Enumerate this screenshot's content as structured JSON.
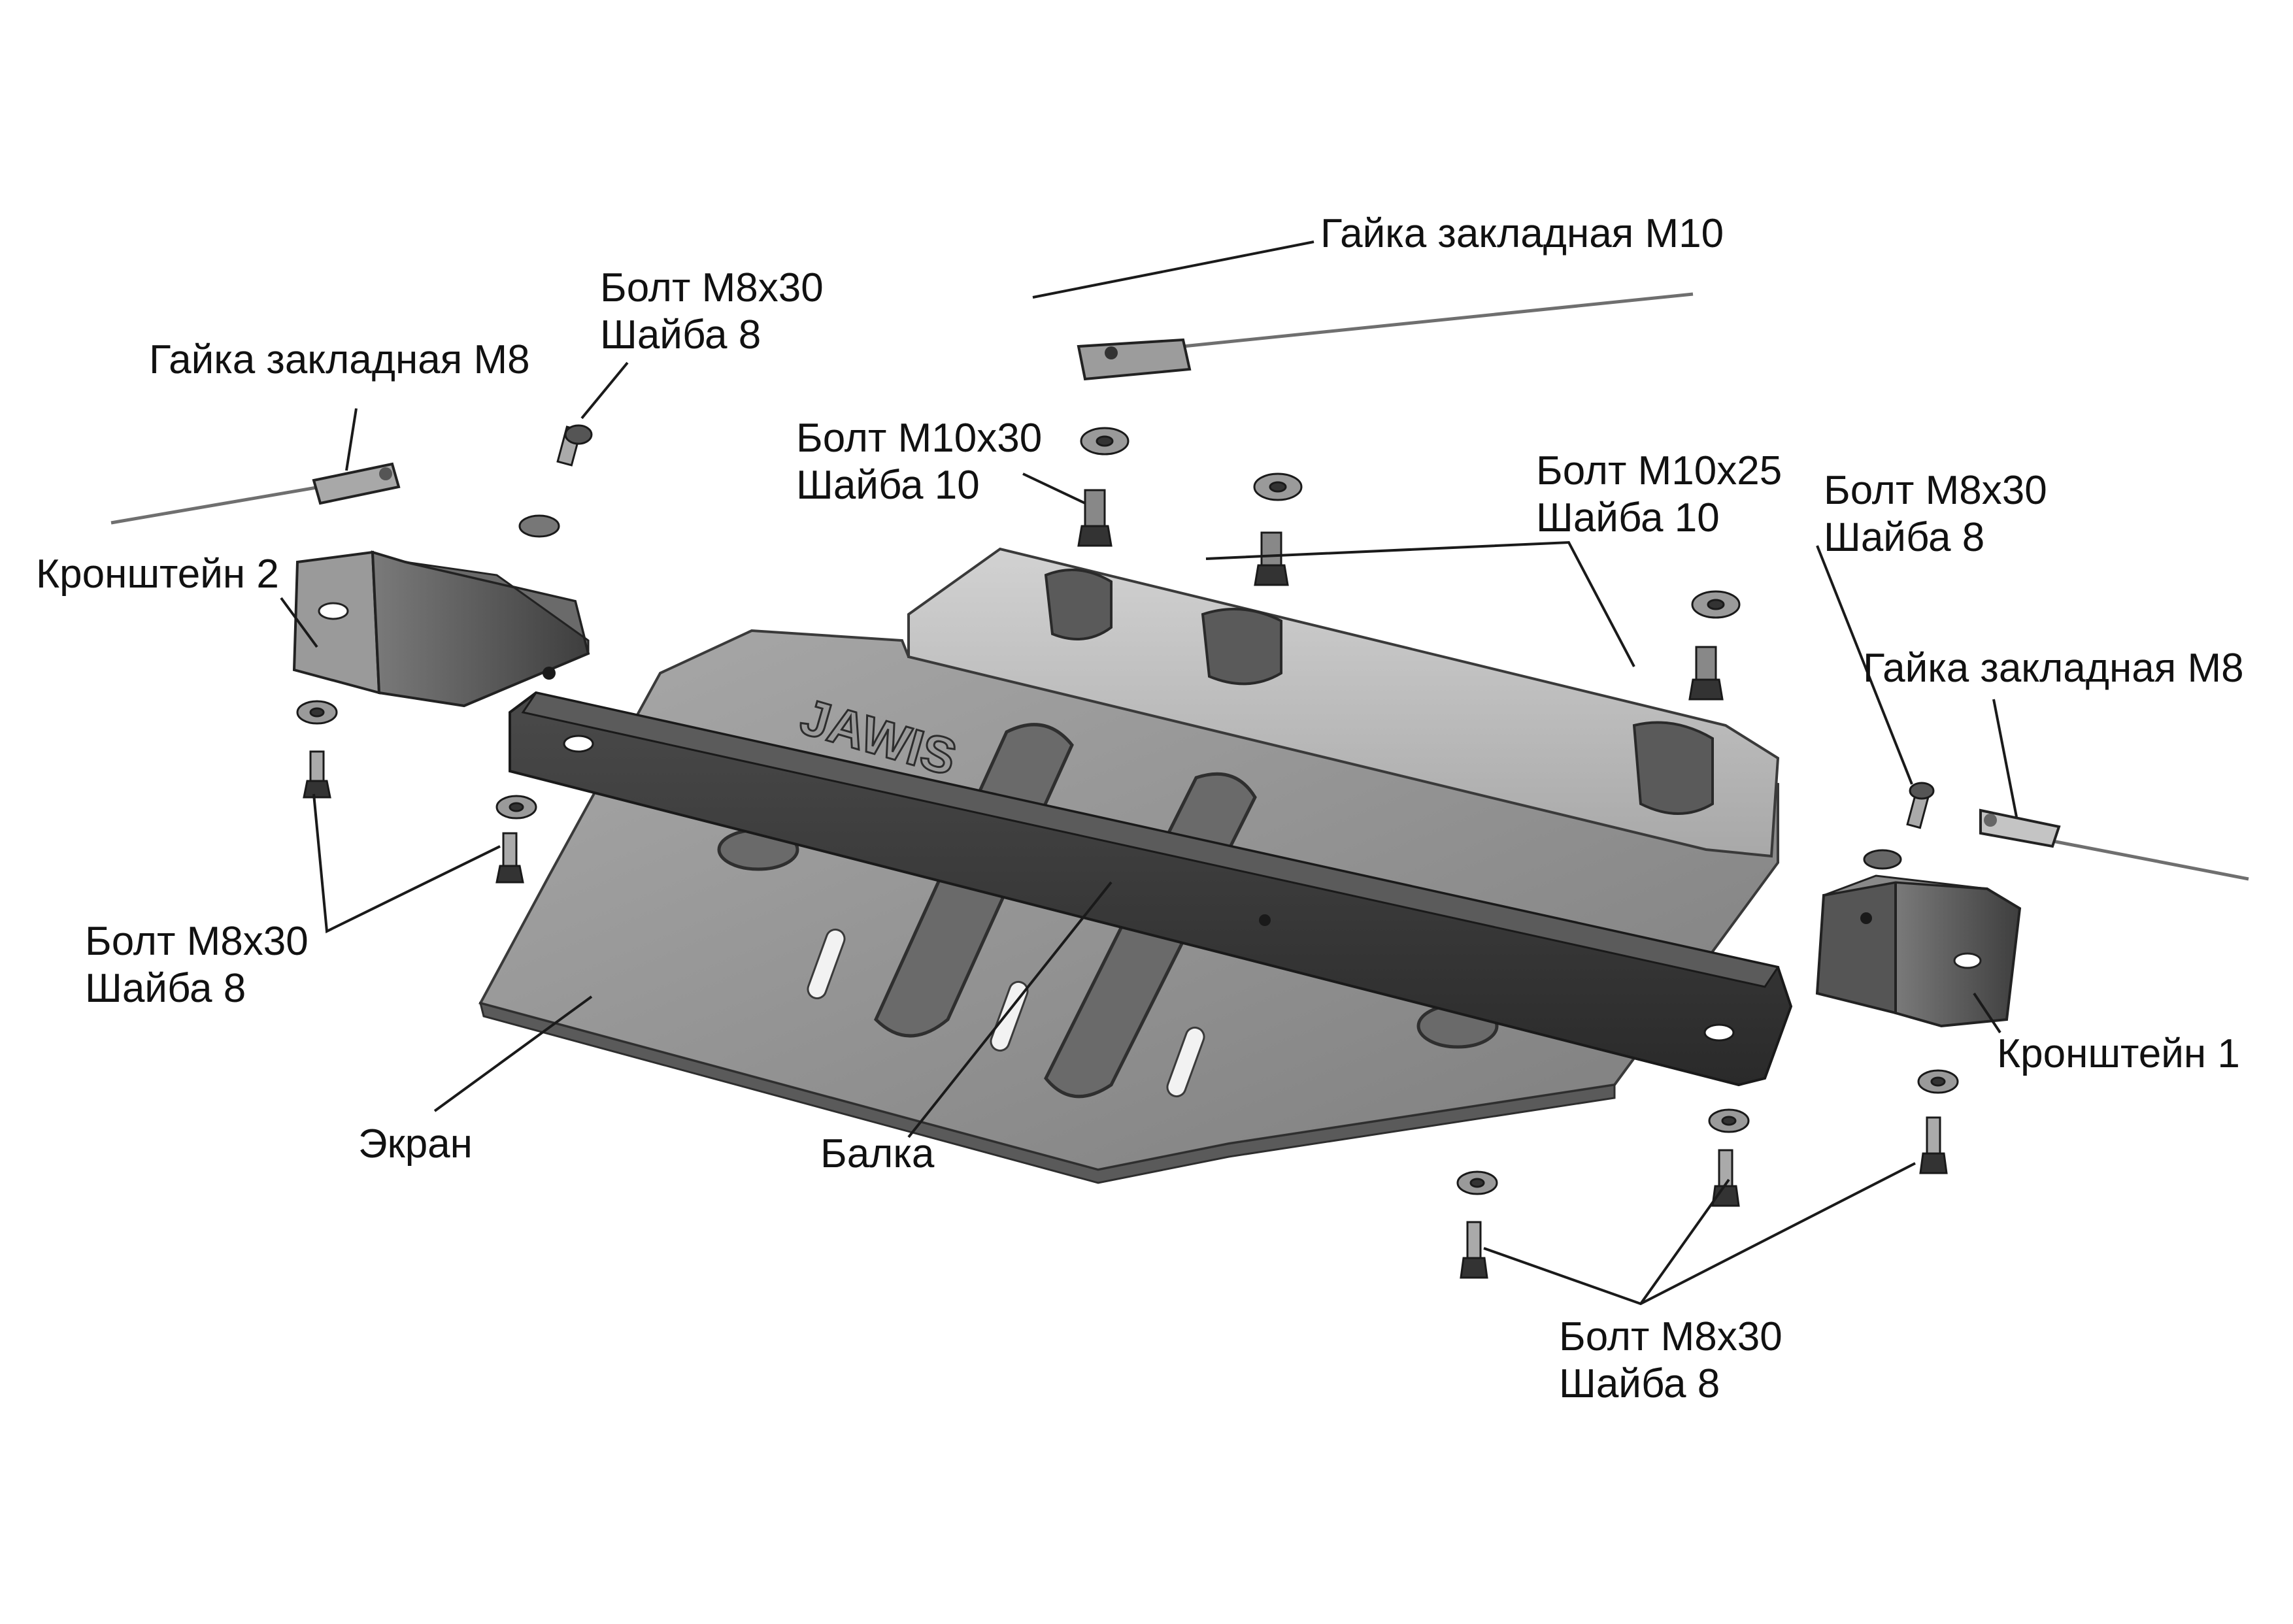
{
  "labels": {
    "nut_m10": "Гайка закладная М10",
    "bolt_m8_tl_1": "Болт М8х30",
    "bolt_m8_tl_2": "Шайба 8",
    "nut_m8_left": "Гайка закладная М8",
    "bolt_m10x30_1": "Болт М10х30",
    "bolt_m10x30_2": "Шайба 10",
    "bolt_m10x25_1": "Болт М10х25",
    "bolt_m10x25_2": "Шайба 10",
    "bolt_m8_tr_1": "Болт М8х30",
    "bolt_m8_tr_2": "Шайба 8",
    "nut_m8_right": "Гайка закладная М8",
    "bracket2": "Кронштейн 2",
    "bolt_m8_left_1": "Болт М8х30",
    "bolt_m8_left_2": "Шайба 8",
    "bracket1": "Кронштейн 1",
    "screen": "Экран",
    "beam": "Балка",
    "bolt_m8_bottom_1": "Болт М8х30",
    "bolt_m8_bottom_2": "Шайба 8"
  },
  "logo_text": "JAWIS",
  "colors": {
    "plate_light": "#b9b9b9",
    "plate_mid": "#8c8c8c",
    "plate_dark": "#5c5c5c",
    "beam": "#3a3a3a",
    "line": "#1a1a1a"
  }
}
